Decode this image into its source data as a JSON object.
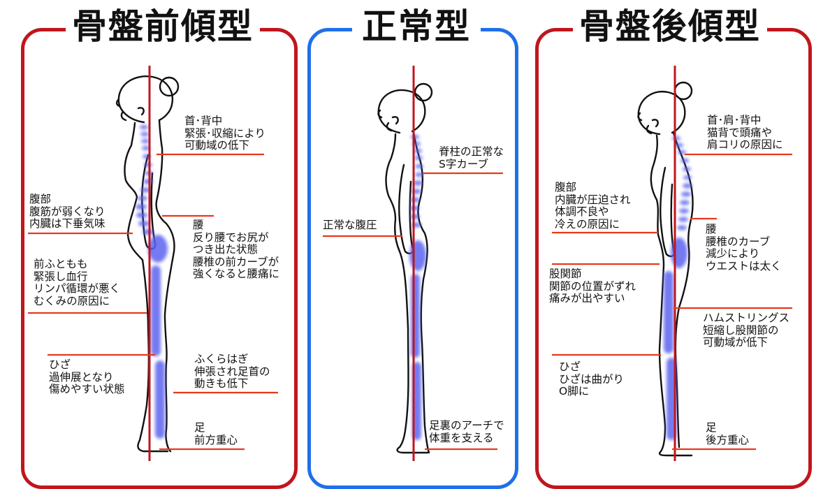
{
  "colors": {
    "red": "#c0161c",
    "blue": "#1f6fe8",
    "leader": "#e53a1c",
    "spine": "#5c63f0"
  },
  "panels": [
    {
      "title": "骨盤前傾型",
      "labels": [
        "首･背中\n緊張･収縮により\n可動域の低下",
        "腹部\n腹筋が弱くなり\n内臓は下垂気味",
        "腰\n反り腰でお尻が\nつき出た状態\n腰椎の前カーブが\n強くなると腰痛に",
        "前ふともも\n緊張し血行\nリンパ循環が悪く\nむくみの原因に",
        "ふくらはぎ\n伸張され足首の\n動きも低下",
        "ひざ\n過伸展となり\n傷めやすい状態",
        "足\n前方重心"
      ]
    },
    {
      "title": "正常型",
      "labels": [
        "脊柱の正常な\nS字カーブ",
        "正常な腹圧",
        "足裏のアーチで\n体重を支える"
      ]
    },
    {
      "title": "骨盤後傾型",
      "labels": [
        "首･肩･背中\n猫背で頭痛や\n肩コリの原因に",
        "腹部\n内臓が圧迫され\n体調不良や\n冷えの原因に",
        "腰\n腰椎のカーブ\n減少により\nウエストは太く",
        "股関節\n関節の位置がずれ\n痛みが出やすい",
        "ハムストリングス\n短縮し股関節の\n可動域が低下",
        "ひざ\nひざは曲がり\nO脚に",
        "足\n後方重心"
      ]
    }
  ]
}
